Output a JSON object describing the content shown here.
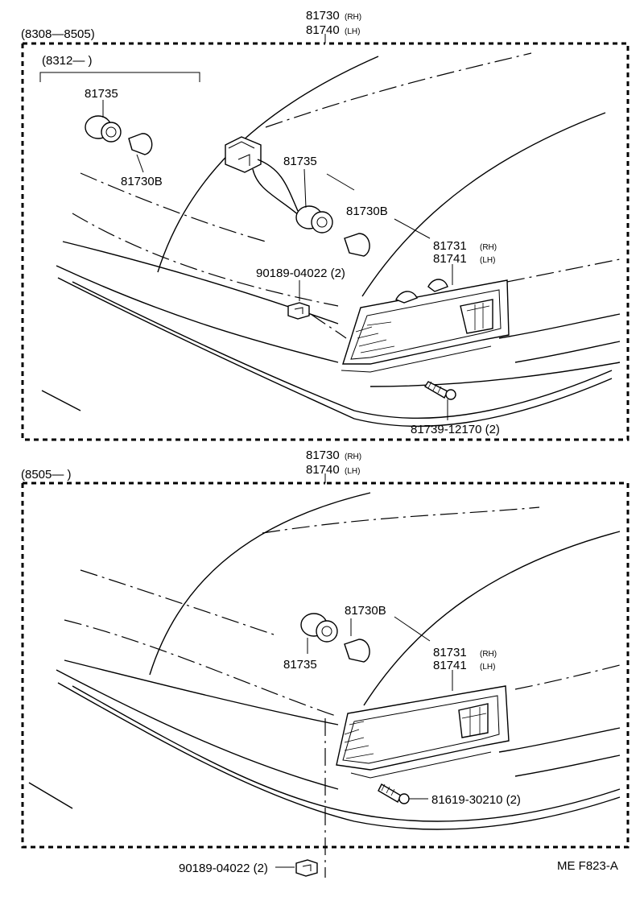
{
  "top_section": {
    "assembly_rh": "81730",
    "assembly_rh_side": "(RH)",
    "assembly_lh": "81740",
    "assembly_lh_side": "(LH)",
    "date_range": "(8308—8505)",
    "sub_range": "(8312—      )",
    "socket_sub": "81735",
    "bulb_sub": "81730B",
    "socket": "81735",
    "bulb": "81730B",
    "lens_rh": "81731",
    "lens_rh_side": "(RH)",
    "lens_lh": "81741",
    "lens_lh_side": "(LH)",
    "clip": "90189-04022 (2)",
    "screw": "81739-12170 (2)"
  },
  "bottom_section": {
    "assembly_rh": "81730",
    "assembly_rh_side": "(RH)",
    "assembly_lh": "81740",
    "assembly_lh_side": "(LH)",
    "date_range": "(8505—       )",
    "bulb": "81730B",
    "socket": "81735",
    "lens_rh": "81731",
    "lens_rh_side": "(RH)",
    "lens_lh": "81741",
    "lens_lh_side": "(LH)",
    "screw": "81619-30210 (2)",
    "clip": "90189-04022 (2)"
  },
  "footer": {
    "code": "ME  F823-A"
  }
}
